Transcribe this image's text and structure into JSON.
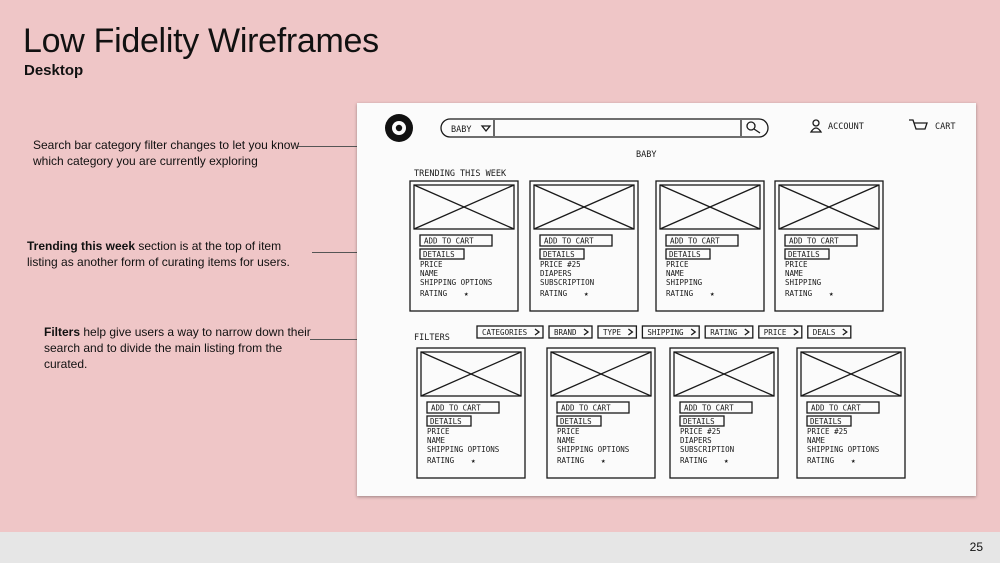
{
  "slide": {
    "title": "Low Fidelity Wireframes",
    "subtitle": "Desktop",
    "page_number": "25"
  },
  "annotations": [
    {
      "bold": "",
      "text": "Search bar category filter changes to let you know which category you are currently exploring"
    },
    {
      "bold": "Trending this week",
      "text": " section is at the top of item listing as another form of curating items for users."
    },
    {
      "bold": "Filters",
      "text": " help give users a way to narrow down their search and to divide the main listing from the curated."
    }
  ],
  "wireframe": {
    "search_category": "BABY",
    "account_label": "ACCOUNT",
    "cart_label": "CART",
    "page_heading": "BABY",
    "trending_heading": "TRENDING THIS WEEK",
    "filters_label": "FILTERS",
    "filters": [
      "CATEGORIES",
      "BRAND",
      "TYPE",
      "SHIPPING",
      "RATING",
      "PRICE",
      "DEALS"
    ],
    "add_to_cart": "ADD TO CART",
    "details": "DETAILS",
    "rating": "RATING",
    "trending_cards": [
      {
        "lines": [
          "PRICE",
          "NAME",
          "SHIPPING OPTIONS"
        ]
      },
      {
        "lines": [
          "PRICE #25",
          "DIAPERS",
          "SUBSCRIPTION"
        ]
      },
      {
        "lines": [
          "PRICE",
          "NAME",
          "SHIPPING"
        ]
      },
      {
        "lines": [
          "PRICE",
          "NAME",
          "SHIPPING"
        ]
      }
    ],
    "listing_cards": [
      {
        "lines": [
          "PRICE",
          "NAME",
          "SHIPPING OPTIONS"
        ]
      },
      {
        "lines": [
          "PRICE",
          "NAME",
          "SHIPPING OPTIONS"
        ]
      },
      {
        "lines": [
          "PRICE #25",
          "DIAPERS",
          "SUBSCRIPTION"
        ]
      },
      {
        "lines": [
          "PRICE #25",
          "NAME",
          "SHIPPING OPTIONS"
        ]
      }
    ]
  }
}
